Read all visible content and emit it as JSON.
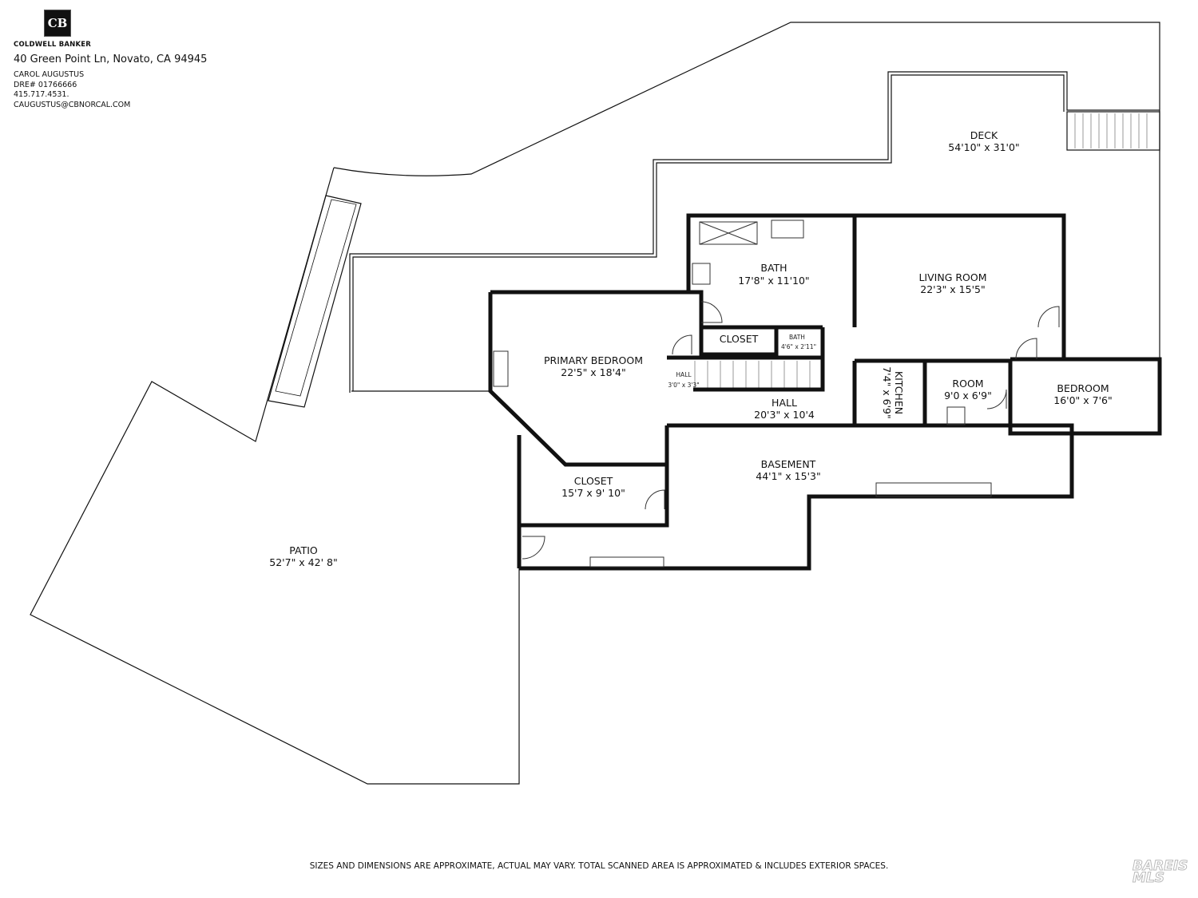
{
  "header": {
    "logo_text": "CB",
    "brand": "COLDWELL BANKER",
    "address": "40 Green Point Ln, Novato, CA 94945",
    "agent_name": "CAROL AUGUSTUS",
    "dre": "DRE# 01766666",
    "phone": "415.717.4531.",
    "email": "CAUGUSTUS@CBNORCAL.COM"
  },
  "rooms": [
    {
      "name": "DECK",
      "size": "54'10\" x 31'0\""
    },
    {
      "name": "BATH",
      "size": "17'8\" x 11'10\""
    },
    {
      "name": "LIVING ROOM",
      "size": "22'3\" x 15'5\""
    },
    {
      "name": "PRIMARY BEDROOM",
      "size": "22'5\" x 18'4\""
    },
    {
      "name": "CLOSET",
      "size": ""
    },
    {
      "name": "BATH",
      "size": "4'6\" x 2'11\""
    },
    {
      "name": "HALL",
      "size": "3'0\" x 3'3\""
    },
    {
      "name": "HALL",
      "size": "20'3\" x 10'4"
    },
    {
      "name": "KITCHEN",
      "size": "7'4\" x 6'9\""
    },
    {
      "name": "ROOM",
      "size": "9'0 x 6'9\""
    },
    {
      "name": "BEDROOM",
      "size": "16'0\" x 7'6\""
    },
    {
      "name": "CLOSET",
      "size": "15'7 x 9' 10\""
    },
    {
      "name": "BASEMENT",
      "size": "44'1\" x 15'3\""
    },
    {
      "name": "PATIO",
      "size": "52'7\" x 42' 8\""
    }
  ],
  "disclaimer": "SIZES AND DIMENSIONS ARE APPROXIMATE, ACTUAL MAY VARY. TOTAL SCANNED AREA IS APPROXIMATED & INCLUDES EXTERIOR SPACES.",
  "watermark": "BAREIS MLS"
}
